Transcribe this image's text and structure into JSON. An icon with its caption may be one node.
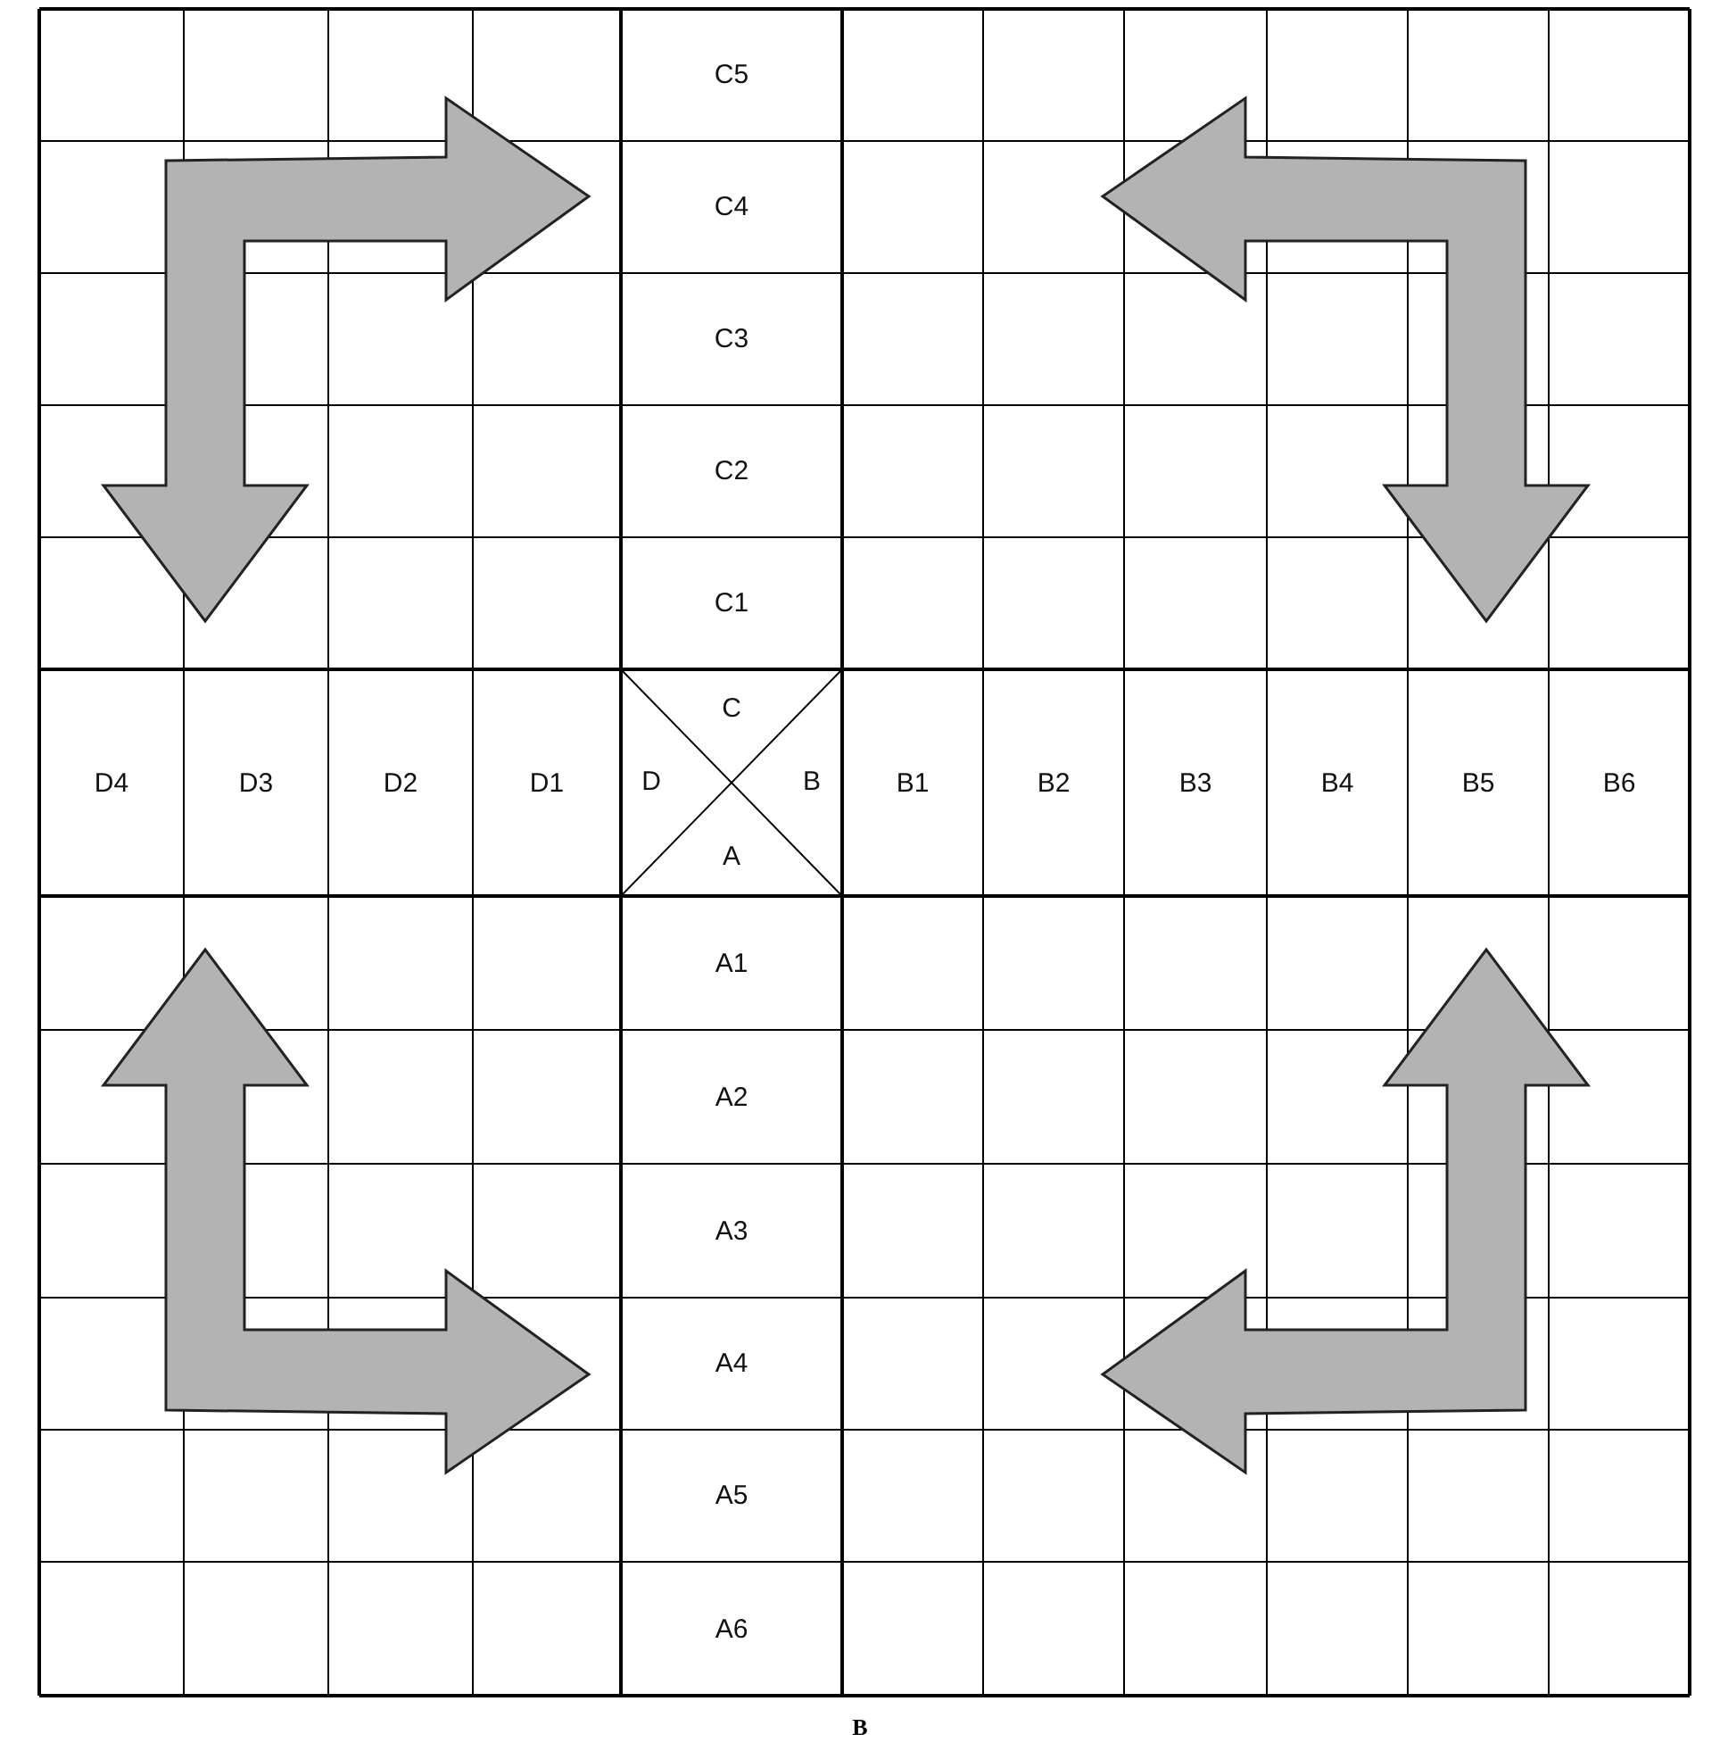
{
  "diagram": {
    "caption": "B",
    "labels": [
      "C5",
      "C4",
      "C3",
      "C2",
      "C1",
      "D4",
      "D3",
      "D2",
      "D1",
      "C",
      "D",
      "B",
      "A",
      "B1",
      "B2",
      "B3",
      "B4",
      "B5",
      "B6",
      "A1",
      "A2",
      "A3",
      "A4",
      "A5",
      "A6"
    ]
  }
}
